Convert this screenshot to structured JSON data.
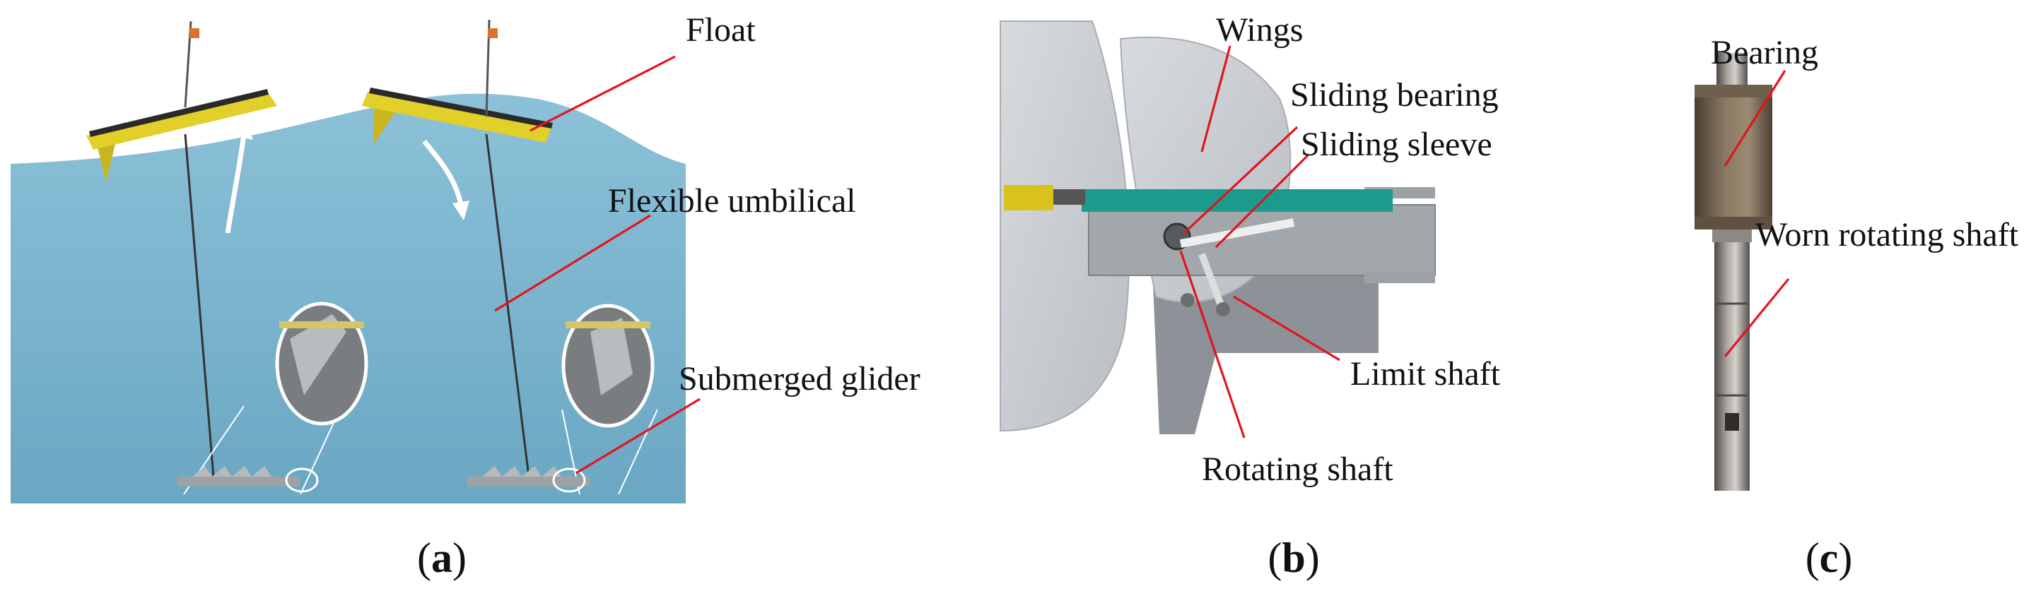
{
  "panel_a": {
    "labels": {
      "float": "Float",
      "umbilical": "Flexible umbilical",
      "glider": "Submerged glider"
    },
    "caption": {
      "open": "(",
      "letter": "a",
      "close": ")"
    }
  },
  "panel_b": {
    "labels": {
      "wings": "Wings",
      "sliding_bearing": "Sliding bearing",
      "sliding_sleeve": "Sliding sleeve",
      "limit_shaft": "Limit shaft",
      "rotating_shaft": "Rotating shaft"
    },
    "caption": {
      "open": "(",
      "letter": "b",
      "close": ")"
    }
  },
  "panel_c": {
    "labels": {
      "bearing": "Bearing",
      "worn_shaft": "Worn rotating shaft"
    },
    "caption": {
      "open": "(",
      "letter": "c",
      "close": ")"
    }
  },
  "colors": {
    "sea": "#7fb6cf",
    "float_body": "#e2cf2a",
    "leader_line": "#e3141c",
    "wing_plate": "#c9cdd1",
    "frame": "#8d9298",
    "bracket": "#1b9a8e",
    "bearing_bronze": "#7b6a56",
    "shaft_steel": "#8a8580"
  }
}
